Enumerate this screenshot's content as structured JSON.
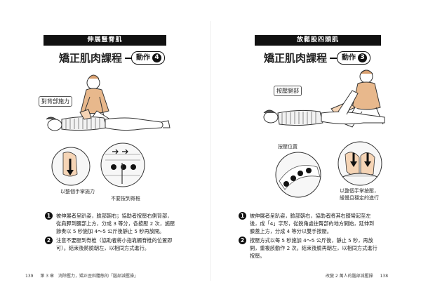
{
  "left_page": {
    "section_tab": "伸展豎脊肌",
    "title": "矯正肌肉課程",
    "move_label": "動作",
    "move_number": "4",
    "callout": "對背部施力",
    "label_hand_press": "以整個手掌施力",
    "label_no_press": "不要按到脊椎",
    "steps": [
      {
        "number": "1",
        "text": "被伸展者呈趴姿，臉部朝右；協助者按壓右側背部，從肩胛到腰部上方，分成 3 等分，各按壓 2 次，施壓節奏以 5 秒施加 4～5 公斤後靜止 5 秒再放開。"
      },
      {
        "number": "2",
        "text": "注意不要壓到脊椎（協助者將小指靠觸脊椎的位置即可）。結束後將臉朝左，以相同方式進行。"
      }
    ],
    "footer_page": "139",
    "footer_text": "第 3 章　消除壓力，矯正歪斜體態的「腦部減壓操」"
  },
  "right_page": {
    "section_tab": "放鬆股四頭肌",
    "title": "矯正肌肉課程",
    "move_label": "動作",
    "move_number": "3",
    "callout": "按壓腿部",
    "label_press_position": "按壓位置",
    "label_hand_press": "以整個手掌按壓，",
    "label_hand_press_2": "緩慢且穩定的進行",
    "steps": [
      {
        "number": "1",
        "text": "被伸展者呈趴姿，臉部朝右，協助者將其右膝彎起至左後，成「4」字形，從銳角處往臀部的地方開始，延伸到膝蓋上方，分成 4 等分以雙手按壓。"
      },
      {
        "number": "2",
        "text": "按壓方式以每 5 秒施加 4～5 公斤後，靜止 5 秒，再放開，重複該動作 2 次。結束後臉再朝左，以相同方式進行按壓。"
      }
    ],
    "footer_text": "改變 2 萬人的腦部減壓操",
    "footer_page": "138"
  }
}
